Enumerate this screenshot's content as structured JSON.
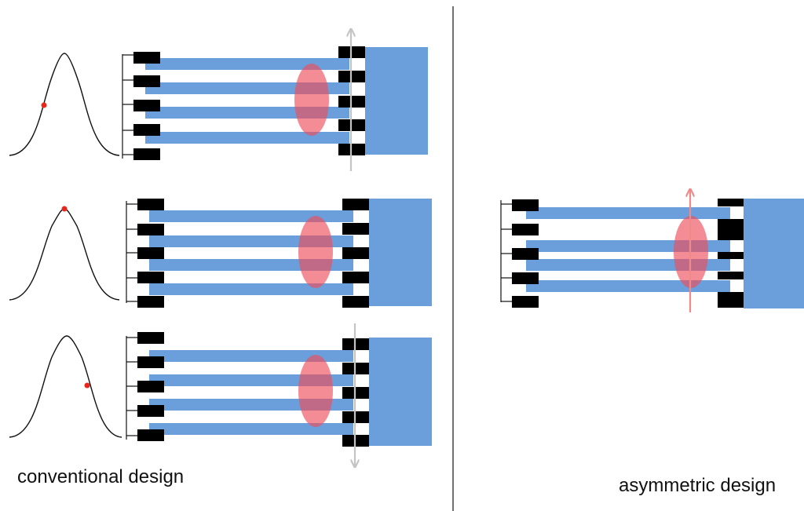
{
  "captions": {
    "left": "conventional design",
    "right": "asymmetric design"
  },
  "colors": {
    "electrode": "#000000",
    "waveguide": "#6a9fdb",
    "focus_spot": "#ee4f5c",
    "gaussian_curve": "#111111",
    "position_marker": "#e8261c",
    "arrow_gray": "#c4c4c4",
    "arrow_red": "#f08a8a",
    "divider": "#111111"
  },
  "icons": {
    "gaussian": "gaussian-curve-icon",
    "marker": "red-dot-icon",
    "shift_arrow": "double-arrow-icon"
  },
  "panels": [
    {
      "name": "conventional-top",
      "marker_position": "left-flank",
      "shift_arrow": "gray-upward"
    },
    {
      "name": "conventional-middle",
      "marker_position": "peak",
      "shift_arrow": "none"
    },
    {
      "name": "conventional-bottom",
      "marker_position": "right-flank",
      "shift_arrow": "gray-downward"
    },
    {
      "name": "asymmetric",
      "marker_position": "none",
      "shift_arrow": "red-upward"
    }
  ]
}
